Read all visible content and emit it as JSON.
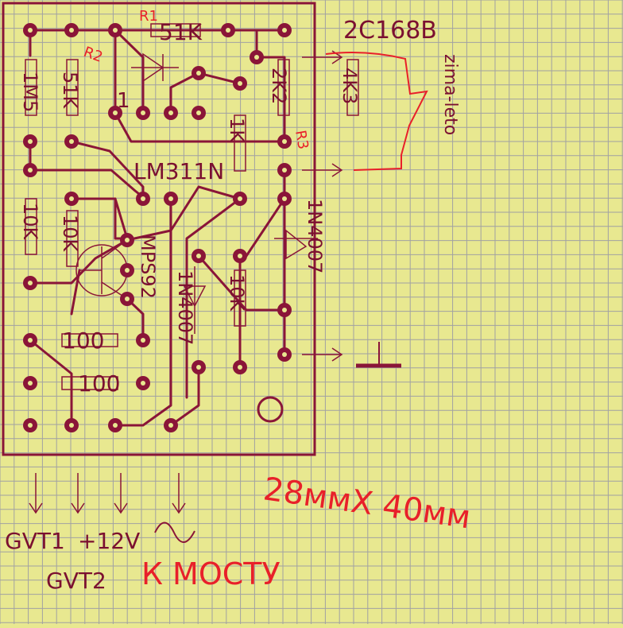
{
  "components": {
    "r1": {
      "value": "51K",
      "tag": "R1"
    },
    "r2": {
      "value": "51K",
      "tag": "R2"
    },
    "r3": {
      "value": "1K",
      "tag": "R3"
    },
    "r_1m5": "1M5",
    "r_2k2": "2K2",
    "r_4k3": "4K3",
    "r_10k_a": "10K",
    "r_10k_b": "10K",
    "r_10k_c": "10K",
    "r_100_a": "100",
    "r_100_b": "100",
    "ic": "LM311N",
    "ic_pin1": "1",
    "transistor": "MPS92",
    "diode_a": "1N4007",
    "diode_b": "1N4007",
    "thyristor": "2C168B"
  },
  "notes": {
    "switch": "zima-leto",
    "size": "28ммX 40мм",
    "to_bridge": "К МОСТУ"
  },
  "terminals": [
    "GVT1",
    "+12V",
    "GVT2"
  ],
  "colors": {
    "background": "#e8e890",
    "grid": "#8a8aa8",
    "traces": "#8a1538",
    "handwriting": "#e8202a"
  }
}
